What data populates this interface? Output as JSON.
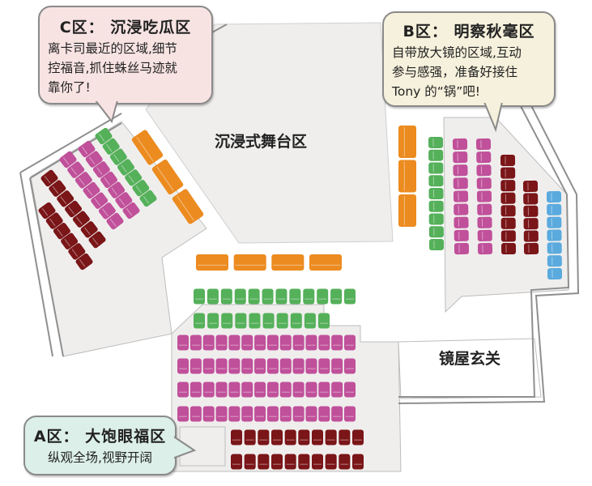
{
  "stage_label": "沉浸式舞台区",
  "foyer_label": "镜屋玄关",
  "zones": {
    "c": {
      "title": "C区：  沉浸吃瓜区",
      "lines": [
        "离卡司最近的区域,细节",
        "控福音,抓住蛛丝马迹就",
        "靠你了!"
      ],
      "bg": "#f8e3e3"
    },
    "b": {
      "title": "B区：  明察秋毫区",
      "lines": [
        "自带放大镜的区域,互动",
        "参与感强，准备好接住",
        "Tony 的“锅”吧!"
      ],
      "bg": "#f6f1dc"
    },
    "a": {
      "title": "A区：  大饱眼福区",
      "lines": [
        "纵观全场,视野开阔"
      ],
      "bg": "#dcefe9"
    }
  },
  "colors": {
    "orange": "#ec8b1f",
    "green": "#55b05a",
    "magenta": "#c0509a",
    "darkred": "#7a1518",
    "blue": "#5aaade",
    "floor": "#efeeed",
    "wall": "#8f8f8f"
  }
}
